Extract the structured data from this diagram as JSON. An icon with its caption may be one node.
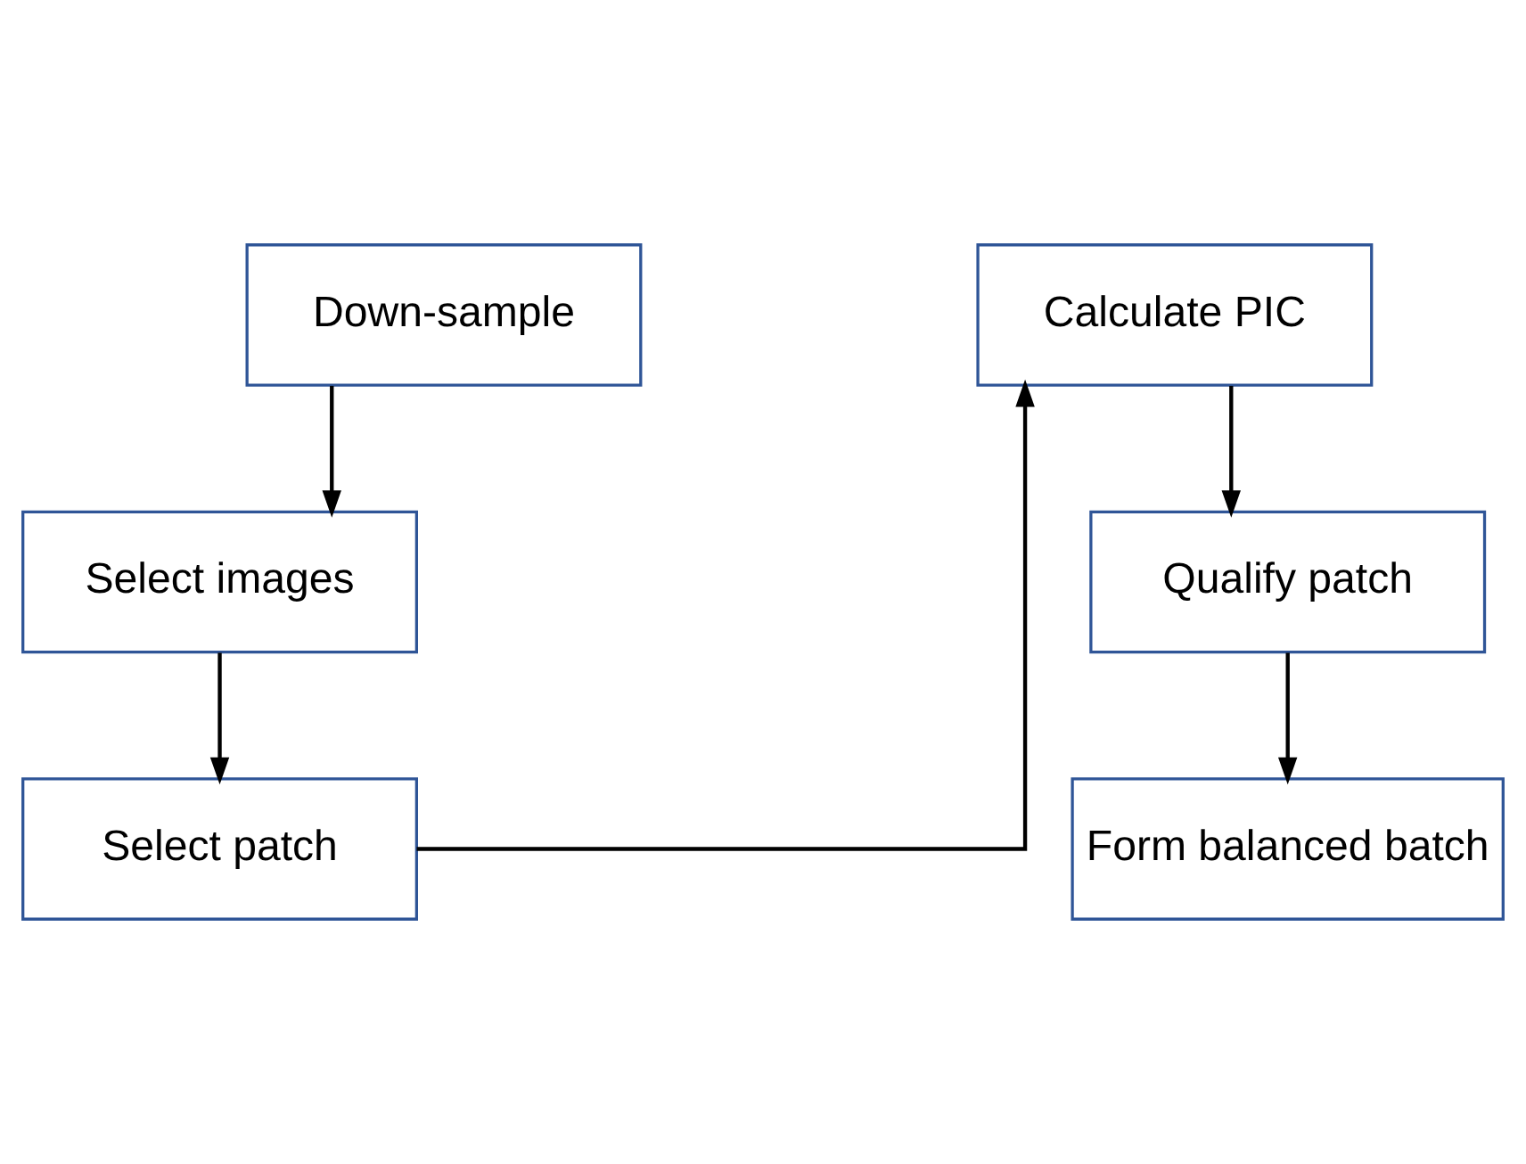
{
  "diagram": {
    "nodes": [
      {
        "text": [
          "Down-sample"
        ]
      },
      {
        "text": [
          "Select images"
        ]
      },
      {
        "text": [
          "Select patch"
        ]
      },
      {
        "text": [
          "Calculate PIC"
        ]
      },
      {
        "text": [
          "Qualify patch"
        ]
      },
      {
        "text": [
          "Form balanced batch"
        ]
      }
    ],
    "edges": [
      {
        "from": 0,
        "to": 1,
        "arrow": "to"
      },
      {
        "from": 1,
        "to": 2,
        "arrow": "to"
      },
      {
        "from": 2,
        "to": 3,
        "arrow": "to"
      },
      {
        "from": 3,
        "to": 4,
        "arrow": "to"
      },
      {
        "from": 4,
        "to": 5,
        "arrow": "to"
      }
    ]
  }
}
